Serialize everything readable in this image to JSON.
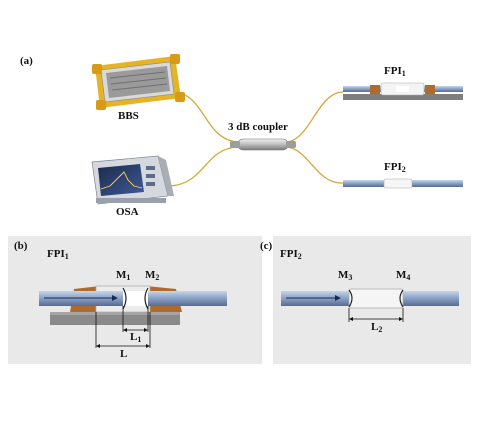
{
  "panels": {
    "a": {
      "tag": "(a)"
    },
    "b": {
      "tag": "(b)",
      "title": "FPI",
      "title_sub": "1"
    },
    "c": {
      "tag": "(c)",
      "title": "FPI",
      "title_sub": "2"
    }
  },
  "setup": {
    "bbs_label": "BBS",
    "osa_label": "OSA",
    "coupler_label": "3 dB coupler",
    "fpi1_label": "FPI",
    "fpi1_sub": "1",
    "fpi2_label": "FPI",
    "fpi2_sub": "2"
  },
  "fpi1_detail": {
    "m1": "M",
    "m1_sub": "1",
    "m2": "M",
    "m2_sub": "2",
    "l1": "L",
    "l1_sub": "1",
    "l": "L"
  },
  "fpi2_detail": {
    "m3": "M",
    "m3_sub": "3",
    "m4": "M",
    "m4_sub": "4",
    "l2": "L",
    "l2_sub": "2"
  },
  "colors": {
    "fiber_lead": "#d2a83a",
    "capillary": "#8ea5c8",
    "epoxy": "#b06a2c",
    "substrate": "#8a8a8a",
    "panel_bg": "#e9e9e9",
    "bbs_frame": "#e6b325"
  }
}
